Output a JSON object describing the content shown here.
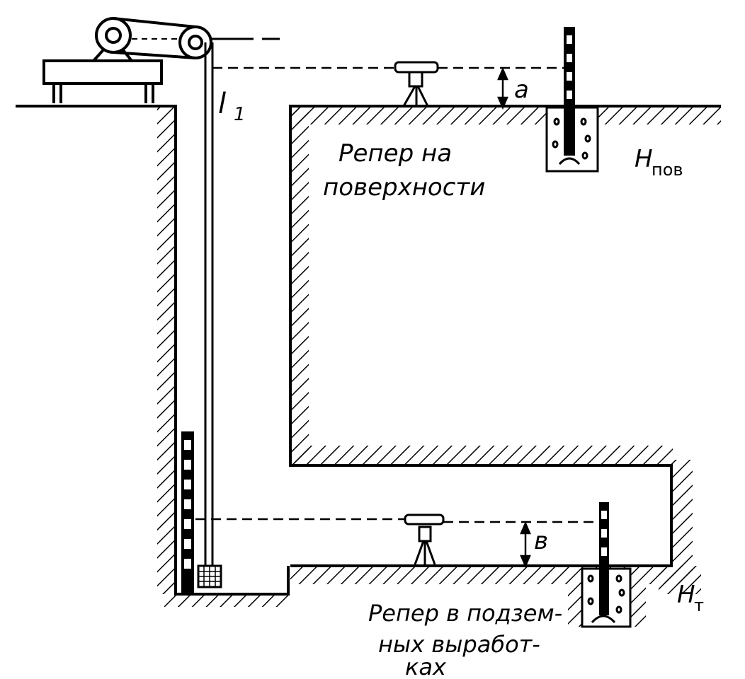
{
  "diagram": {
    "labels": {
      "tape_length": "l",
      "tape_length_sub": "1",
      "reading_surface": "а",
      "reading_underground": "в",
      "surface_benchmark_line1": "Репер на",
      "surface_benchmark_line2": "поверхности",
      "h_surface": "H",
      "h_surface_sub": "пов",
      "underground_benchmark_line1": "Репер в подзем-",
      "underground_benchmark_line2": "ных выработ-",
      "underground_benchmark_line3": "ках",
      "h_underground": "H",
      "h_underground_sub": "т"
    }
  }
}
